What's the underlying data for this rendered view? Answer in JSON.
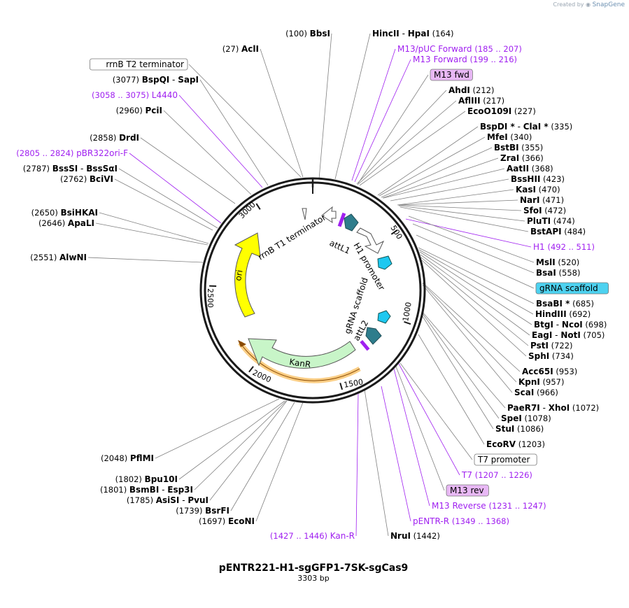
{
  "credit": {
    "created_by": "Created by",
    "brand": "SnapGene"
  },
  "plasmid": {
    "name": "pENTR221-H1-sgGFP1-7SK-sgCas9",
    "size_label": "3303 bp"
  },
  "ticks": [
    "500",
    "1000",
    "1500",
    "2000",
    "2500",
    "3000"
  ],
  "features": [
    {
      "id": "rrnb-t1",
      "label": "rrnB T1 terminator"
    },
    {
      "id": "attl1",
      "label": "attL1"
    },
    {
      "id": "h1-promoter",
      "label": "H1 promoter"
    },
    {
      "id": "grna-scaffold",
      "label": "gRNA scaffold"
    },
    {
      "id": "attl2",
      "label": "attL2"
    },
    {
      "id": "kanr",
      "label": "KanR"
    },
    {
      "id": "ori",
      "label": "ori"
    }
  ],
  "colors": {
    "backbone": "#1a1a1a",
    "primer": "#a020f0",
    "ori": "#ffff00",
    "kanr": "#c8f5c8",
    "kanr_promoter": "#f5a623",
    "attl": "#2e7d8c",
    "grna": "#1ec8f0",
    "m13_fwd_box": "#e8b8f5",
    "grna_box": "#4dd2f0"
  },
  "labels_left": [
    {
      "pos": "(100)",
      "name": "BbsI"
    },
    {
      "pos": "(27)",
      "name": "AclI"
    },
    {
      "boxed": "rrnB T2 terminator"
    },
    {
      "pos": "(3077)",
      "name": "BspQI",
      "name2": "SapI"
    },
    {
      "primer_pos": "(3058 .. 3075)",
      "primer": "L4440"
    },
    {
      "pos": "(2960)",
      "name": "PciI"
    },
    {
      "pos": "(2858)",
      "name": "DrdI"
    },
    {
      "primer_pos": "(2805 .. 2824)",
      "primer": "pBR322ori-F"
    },
    {
      "pos": "(2787)",
      "name": "BssSI",
      "name2": "BssSαI"
    },
    {
      "pos": "(2762)",
      "name": "BciVI"
    },
    {
      "pos": "(2650)",
      "name": "BsiHKAI"
    },
    {
      "pos": "(2646)",
      "name": "ApaLI"
    },
    {
      "pos": "(2551)",
      "name": "AlwNI"
    },
    {
      "pos": "(2048)",
      "name": "PflMI"
    },
    {
      "pos": "(1802)",
      "name": "Bpu10I"
    },
    {
      "pos": "(1801)",
      "name": "BsmBI",
      "name2": "Esp3I"
    },
    {
      "pos": "(1785)",
      "name": "AsiSI",
      "name2": "PvuI"
    },
    {
      "pos": "(1739)",
      "name": "BsrFI"
    },
    {
      "pos": "(1697)",
      "name": "EcoNI"
    },
    {
      "primer_pos": "(1427 .. 1446)",
      "primer": "Kan-R"
    }
  ],
  "labels_right": [
    {
      "name": "HincII",
      "name2": "HpaI",
      "pos": "(164)"
    },
    {
      "primer": "M13/pUC Forward",
      "primer_pos": "(185 .. 207)"
    },
    {
      "primer": "M13 Forward",
      "primer_pos": "(199 .. 216)"
    },
    {
      "boxed": "M13 fwd"
    },
    {
      "name": "AhdI",
      "pos": "(212)"
    },
    {
      "name": "AflIII",
      "pos": "(217)"
    },
    {
      "name": "EcoO109I",
      "pos": "(227)"
    },
    {
      "name": "BspDI *",
      "name2": "ClaI *",
      "pos": "(335)"
    },
    {
      "name": "MfeI",
      "pos": "(340)"
    },
    {
      "name": "BstBI",
      "pos": "(355)"
    },
    {
      "name": "ZraI",
      "pos": "(366)"
    },
    {
      "name": "AatII",
      "pos": "(368)"
    },
    {
      "name": "BssHII",
      "pos": "(423)"
    },
    {
      "name": "KasI",
      "pos": "(470)"
    },
    {
      "name": "NarI",
      "pos": "(471)"
    },
    {
      "name": "SfoI",
      "pos": "(472)"
    },
    {
      "name": "PluTI",
      "pos": "(474)"
    },
    {
      "name": "BstAPI",
      "pos": "(484)"
    },
    {
      "primer": "H1",
      "primer_pos": "(492 .. 511)"
    },
    {
      "name": "MslI",
      "pos": "(520)"
    },
    {
      "name": "BsaI",
      "pos": "(558)"
    },
    {
      "boxed": "gRNA scaffold"
    },
    {
      "name": "BsaBI *",
      "pos": "(685)"
    },
    {
      "name": "HindIII",
      "pos": "(692)"
    },
    {
      "name": "BtgI",
      "name2": "NcoI",
      "pos": "(698)"
    },
    {
      "name": "EagI",
      "name2": "NotI",
      "pos": "(705)"
    },
    {
      "name": "PstI",
      "pos": "(722)"
    },
    {
      "name": "SphI",
      "pos": "(734)"
    },
    {
      "name": "Acc65I",
      "pos": "(953)"
    },
    {
      "name": "KpnI",
      "pos": "(957)"
    },
    {
      "name": "ScaI",
      "pos": "(966)"
    },
    {
      "name": "PaeR7I",
      "name2": "XhoI",
      "pos": "(1072)"
    },
    {
      "name": "SpeI",
      "pos": "(1078)"
    },
    {
      "name": "StuI",
      "pos": "(1086)"
    },
    {
      "name": "EcoRV",
      "pos": "(1203)"
    },
    {
      "boxed": "T7 promoter"
    },
    {
      "primer": "T7",
      "primer_pos": "(1207 .. 1226)"
    },
    {
      "boxed": "M13 rev"
    },
    {
      "primer": "M13 Reverse",
      "primer_pos": "(1231 .. 1247)"
    },
    {
      "primer": "pENTR-R",
      "primer_pos": "(1349 .. 1368)"
    },
    {
      "name": "NruI",
      "pos": "(1442)"
    }
  ]
}
